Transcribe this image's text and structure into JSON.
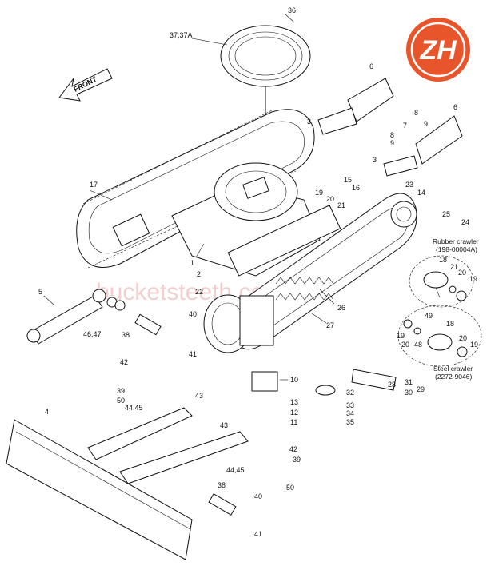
{
  "brand": {
    "logo_letters": "ZH",
    "color": "#e8552a"
  },
  "watermark": "bucketsteeth.com",
  "front_arrow": "FRONT",
  "notes": {
    "rubber_title": "Rubber crawler",
    "rubber_code": "(198-00004A)",
    "steel_title": "Steel crawler",
    "steel_code": "(2272-9046)"
  },
  "callouts": [
    "36",
    "37,37A",
    "6",
    "3",
    "8",
    "7",
    "9",
    "8",
    "9",
    "6",
    "3",
    "17",
    "15",
    "16",
    "23",
    "14",
    "19",
    "20",
    "21",
    "25",
    "24",
    "18",
    "21",
    "20",
    "19",
    "1",
    "2",
    "22",
    "5",
    "26",
    "27",
    "40",
    "38",
    "46,47",
    "41",
    "18",
    "49",
    "19",
    "20",
    "48",
    "20",
    "19",
    "42",
    "39",
    "50",
    "44,45",
    "43",
    "10",
    "13",
    "12",
    "11",
    "32",
    "33",
    "34",
    "35",
    "28",
    "31",
    "30",
    "29",
    "4",
    "43",
    "42",
    "39",
    "44,45",
    "50",
    "38",
    "40",
    "41"
  ]
}
